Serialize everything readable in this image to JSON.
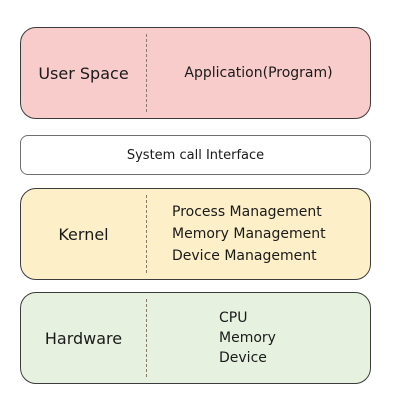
{
  "colors": {
    "user_space_fill": "#f9cccc",
    "kernel_fill": "#fdf0c9",
    "hardware_fill": "#e6f2df",
    "border": "#3c3c3c"
  },
  "layers": [
    {
      "name": "User Space",
      "items": [
        "Application(Program)"
      ]
    },
    {
      "name": "System call Interface"
    },
    {
      "name": "Kernel",
      "items": [
        "Process Management",
        "Memory Management",
        "Device Management"
      ]
    },
    {
      "name": "Hardware",
      "items": [
        "CPU",
        "Memory",
        "Device"
      ]
    }
  ]
}
